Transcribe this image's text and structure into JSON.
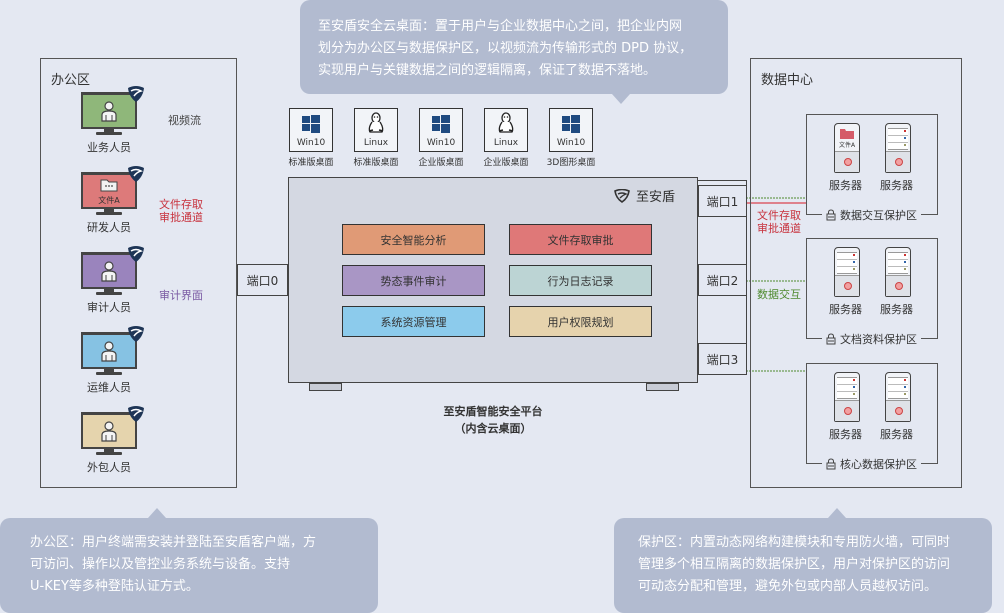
{
  "callouts": {
    "top": "至安盾安全云桌面：置于用户与企业数据中心之间，把企业内网\n划分为办公区与数据保护区，以视频流为传输形式的 DPD 协议，\n实现用户与关键数据之间的逻辑隔离，保证了数据不落地。",
    "bottom_left": "办公区：用户终端需安装并登陆至安盾客户端，方\n可访问、操作以及管控业务系统与设备。支持\nU-KEY等多种登陆认证方式。",
    "bottom_right": "保护区：内置动态网络构建模块和专用防火墙，可同时\n管理多个相互隔离的数据保护区，用户对保护区的访问\n可动态分配和管理，避免外包或内部人员越权访问。"
  },
  "office": {
    "title": "办公区",
    "users": [
      {
        "label": "业务人员",
        "color": "#8fb77a"
      },
      {
        "label": "研发人员",
        "color": "#dd7a7a",
        "file": "文件A"
      },
      {
        "label": "审计人员",
        "color": "#9a84bd"
      },
      {
        "label": "运维人员",
        "color": "#86c2e3"
      },
      {
        "label": "外包人员",
        "color": "#e5d4ad"
      }
    ],
    "channels": {
      "video": "视频流",
      "file": "文件存取\n审批通道",
      "audit": "审计界面"
    }
  },
  "desktops": [
    {
      "os": "Win10",
      "label": "标准版桌面",
      "icon": "windows"
    },
    {
      "os": "Linux",
      "label": "标准版桌面",
      "icon": "linux"
    },
    {
      "os": "Win10",
      "label": "企业版桌面",
      "icon": "windows"
    },
    {
      "os": "Linux",
      "label": "企业版桌面",
      "icon": "linux"
    },
    {
      "os": "Win10",
      "label": "3D图形桌面",
      "icon": "windows"
    }
  ],
  "platform": {
    "brand": "至安盾",
    "name": "至安盾智能安全平台",
    "sub": "（内含云桌面）",
    "modules": [
      {
        "label": "安全智能分析",
        "color": "#e09a76"
      },
      {
        "label": "文件存取审批",
        "color": "#df7878"
      },
      {
        "label": "势态事件审计",
        "color": "#a996c5"
      },
      {
        "label": "行为日志记录",
        "color": "#bcd4d4"
      },
      {
        "label": "系统资源管理",
        "color": "#8ccbec"
      },
      {
        "label": "用户权限规划",
        "color": "#e6d3ad"
      }
    ]
  },
  "ports": [
    "端口0",
    "端口1",
    "端口2",
    "端口3"
  ],
  "datacenter": {
    "title": "数据中心",
    "channels": {
      "file": "文件存取\n审批通道",
      "data": "数据交互"
    },
    "zones": [
      {
        "label": "数据交互保护区",
        "servers": [
          "服务器",
          "服务器"
        ],
        "file": "文件A"
      },
      {
        "label": "文档资料保护区",
        "servers": [
          "服务器",
          "服务器"
        ]
      },
      {
        "label": "核心数据保护区",
        "servers": [
          "服务器",
          "服务器"
        ]
      }
    ]
  },
  "colors": {
    "red_line": "#d9434f",
    "purple_line": "#8a6bb0",
    "blue_line": "#4f85b8",
    "green_line": "#4e8a2e",
    "callout_bg": "#b2bbd0"
  }
}
